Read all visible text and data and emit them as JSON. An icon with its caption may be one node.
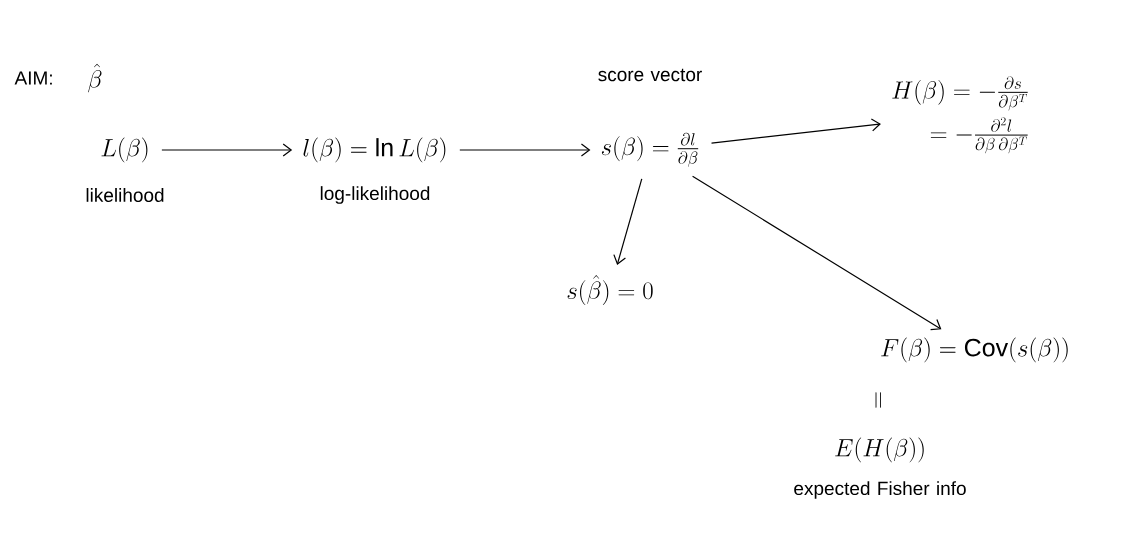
{
  "diagram": {
    "title": "AIM:",
    "nodes": [
      {
        "text": [
          "L(\\beta)"
        ],
        "beside": [
          "likelihood"
        ]
      },
      {
        "text": [
          "l(\\beta) = \\ln L(\\beta)"
        ],
        "beside": [
          "log-likelihood"
        ]
      },
      {
        "text": [
          "s(\\beta) = \\frac{\\partial l}{\\partial \\beta}"
        ],
        "beside": [
          "score vector"
        ]
      },
      {
        "text": [
          "H(\\beta) = -\\frac{\\partial s}{\\partial \\beta^T}",
          "= -\\frac{\\partial^2 l}{\\partial \\beta\\, \\partial \\beta^T}"
        ]
      },
      {
        "text": [
          "s(\\hat{\\beta}) = 0"
        ]
      },
      {
        "text": [
          "F(\\beta) = \\mathrm{Cov}(s(\\beta))"
        ]
      },
      {
        "text": [
          "E(H(\\beta))"
        ],
        "beside": [
          "expected Fisher info"
        ]
      }
    ],
    "edges": [
      {
        "from": 0,
        "to": 1,
        "arrow": "to"
      },
      {
        "from": 1,
        "to": 2,
        "arrow": "to"
      },
      {
        "from": 2,
        "to": 3,
        "arrow": "to"
      },
      {
        "from": 2,
        "to": 4,
        "arrow": "to"
      },
      {
        "from": 2,
        "to": 5,
        "arrow": "to"
      }
    ],
    "labels": [
      "\\hat{\\beta}",
      "="
    ]
  }
}
